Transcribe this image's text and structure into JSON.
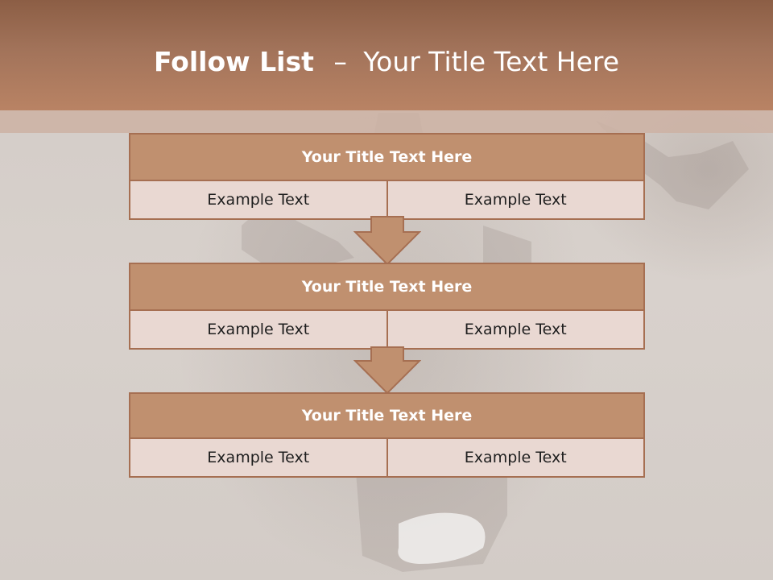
{
  "slide": {
    "title_bold": "Follow List",
    "title_sep": "–",
    "title_rest": "Your Title Text Here"
  },
  "flow": {
    "blocks": [
      {
        "title": "Your Title Text Here",
        "left": "Example Text",
        "right": "Example Text"
      },
      {
        "title": "Your Title Text Here",
        "left": "Example Text",
        "right": "Example Text"
      },
      {
        "title": "Your Title Text Here",
        "left": "Example Text",
        "right": "Example Text"
      }
    ]
  },
  "colors": {
    "header": "#b98364",
    "block_title": "#c0906f",
    "block_cell": "#e9d8d2",
    "border": "#a66f52",
    "background": "#d6cfca"
  },
  "icons": [
    "down-arrow-icon"
  ]
}
